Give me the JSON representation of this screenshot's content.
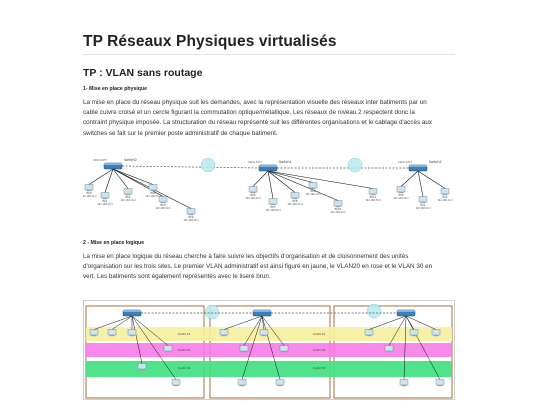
{
  "document": {
    "title": "TP Réseaux Physiques virtualisés",
    "subtitle": "TP : VLAN sans routage",
    "section1": {
      "heading": "1- Mise en place physique",
      "lines": [
        "La mise en place du réseau physique suit les demandes, avec la représentation visuelle des réseaux inter batiments par un",
        "cable cuivre croisé et un cercle figurant la commutation optique/métallique. Les réseaux de niveau 2 respectent donc la",
        "contraint physique imposée. La structuration du réseau représenté suit les différentes organisations et le cablage d'accès aux",
        "switches se fait sur le premier poste administratif de chaque batiment."
      ]
    },
    "section2": {
      "heading": "2 - Mise en place logique",
      "lines": [
        "La mise en place logique du réseau cherche à faire suivre les objectifs d'organisation et de cloisonnement des unités",
        "d'organisation sur les trois sites. Le premier VLAN administratif est ainsi figuré en jaune, le VLAN20 en rose et le VLAN 30 en",
        "vert. Les batiments sont également représentés avec le liseré brun."
      ]
    }
  },
  "diagram1": {
    "switches": [
      {
        "label": "Switch0",
        "sub": "2960-24TT"
      },
      {
        "label": "Switch1",
        "sub": "2960-24TT"
      },
      {
        "label": "Switch2",
        "sub": "2960-24TT"
      }
    ],
    "pcs": [
      {
        "label": "PC0",
        "ip": "192.168.10.1"
      },
      {
        "label": "PC1",
        "ip": "192.168.10.3"
      },
      {
        "label": "PC2",
        "ip": "192.168.10.2"
      },
      {
        "label": "PC3",
        "ip": "192.168.20.1"
      },
      {
        "label": "PC4",
        "ip": "192.168.30.1"
      },
      {
        "label": "PC5",
        "ip": "192.168.10.4"
      },
      {
        "label": "PC6",
        "ip": "192.168.20.3"
      },
      {
        "label": "PC7",
        "ip": "192.168.30.3"
      },
      {
        "label": "PC8",
        "ip": "192.168.30.4"
      },
      {
        "label": "PC9",
        "ip": "192.168.10.5"
      },
      {
        "label": "PC10",
        "ip": "192.168.20.5"
      },
      {
        "label": "PC11",
        "ip": "192.168.30.6"
      }
    ]
  },
  "diagram2": {
    "vlans": [
      {
        "name": "VLAN 10",
        "color": "#f6ef9e"
      },
      {
        "name": "VLAN 20",
        "color": "#f77be8"
      },
      {
        "name": "VLAN 30",
        "color": "#3de07f"
      }
    ]
  },
  "colors": {
    "title": "#222222",
    "body_text": "#333333",
    "rule": "#e2e2e2",
    "cable": "#111111",
    "crossover": "#555555",
    "optical_circle": "#b8ecef",
    "building_border": "#a0622a"
  }
}
